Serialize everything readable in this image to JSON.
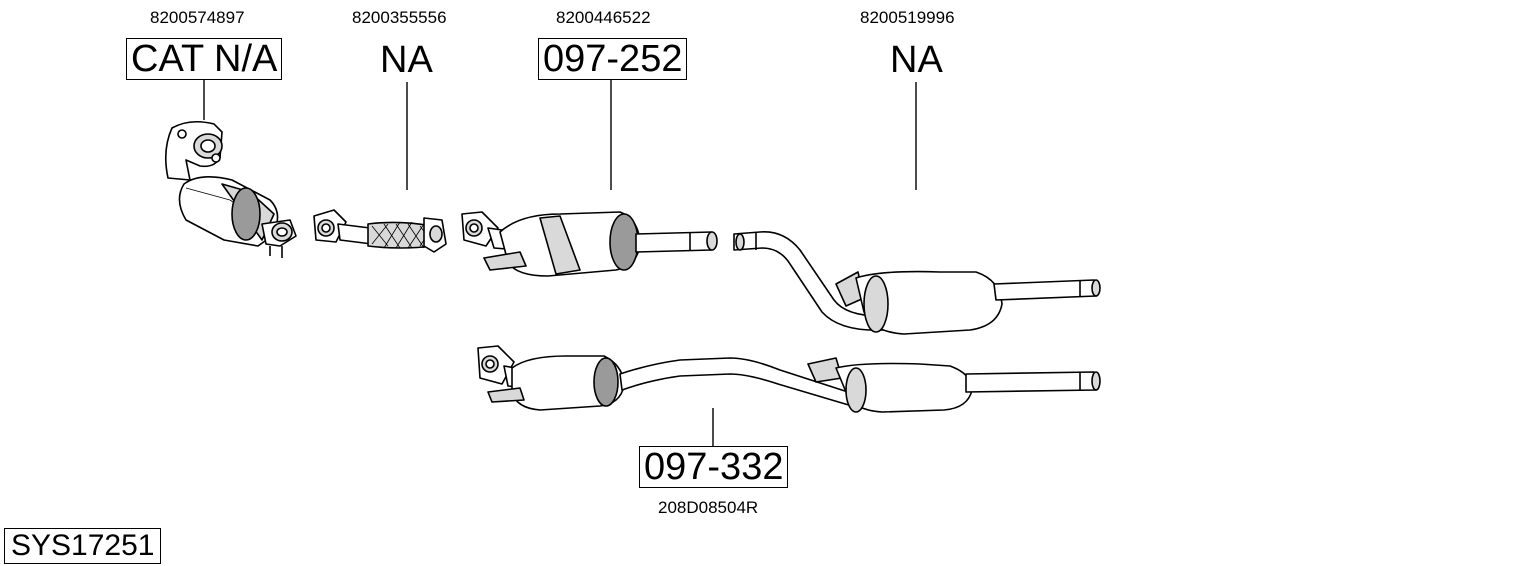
{
  "diagram": {
    "system_code": "SYS17251",
    "parts": [
      {
        "ref": "8200574897",
        "code": "CAT N/A",
        "boxed": true
      },
      {
        "ref": "8200355556",
        "code": "NA",
        "boxed": false
      },
      {
        "ref": "8200446522",
        "code": "097-252",
        "boxed": true
      },
      {
        "ref": "8200519996",
        "code": "NA",
        "boxed": false
      },
      {
        "ref": "208D08504R",
        "code": "097-332",
        "boxed": true
      }
    ]
  }
}
